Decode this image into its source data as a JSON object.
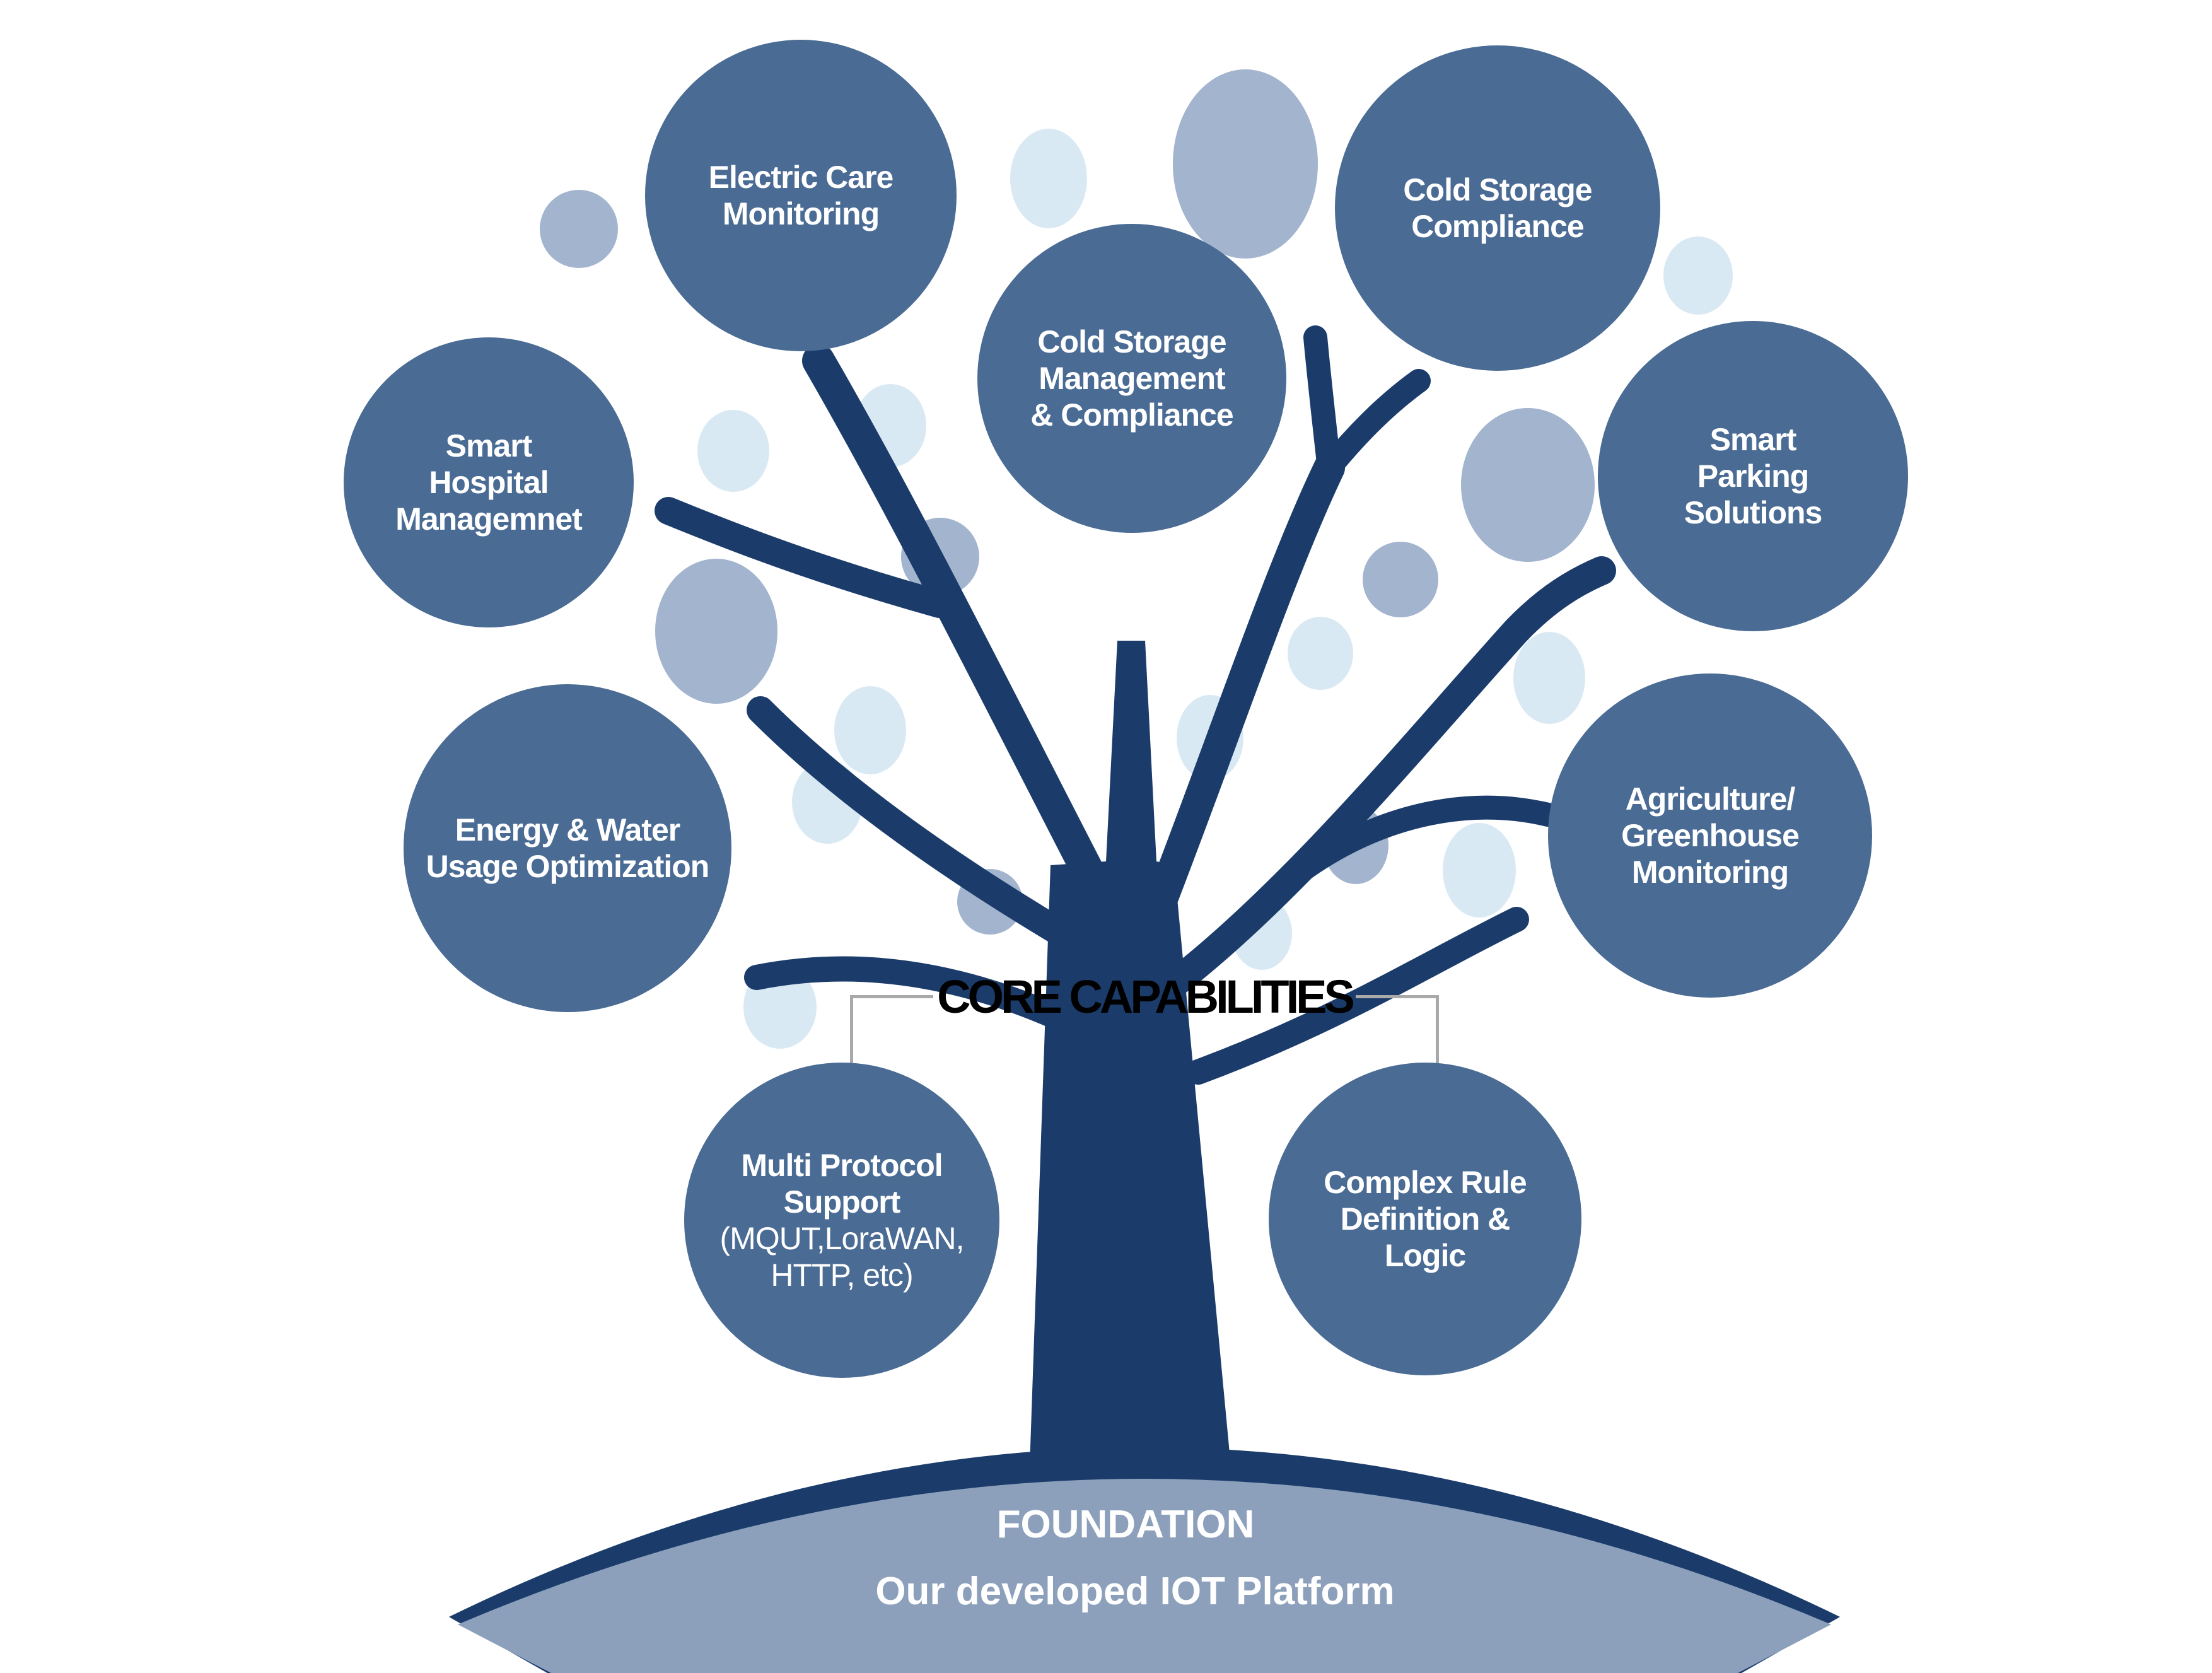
{
  "title": "CORE CAPABILITIES",
  "foundation": {
    "label": "FOUNDATION",
    "sublabel": "Our developed IOT Platform"
  },
  "use_case_circles": {
    "electric_care": {
      "label": "Electric Care\nMonitoring"
    },
    "cold_storage_mgmt": {
      "label": "Cold Storage\nManagement\n& Compliance"
    },
    "cold_storage_compliance": {
      "label": "Cold Storage\nCompliance"
    },
    "smart_hospital": {
      "label": "Smart\nHospital\nManagemnet"
    },
    "smart_parking": {
      "label": "Smart\nParking\nSolutions"
    },
    "energy_water": {
      "label": "Energy & Water\nUsage Optimization"
    },
    "agriculture": {
      "label": "Agriculture/\nGreenhouse\nMonitoring"
    }
  },
  "capability_circles": {
    "multi_protocol": {
      "label": "Multi Protocol\nSupport",
      "sublabel": "(MQUT,LoraWAN,\nHTTP, etc)"
    },
    "complex_rule": {
      "label": "Complex Rule\nDefinition &\nLogic"
    }
  },
  "colors": {
    "circle_fill": "#4A6B94",
    "trunk_navy": "#1B3C6B",
    "bubble_light": "#D9E9F3",
    "bubble_medium": "#A3B4CE",
    "mound_light": "#8CA0BC",
    "bracket_gray": "#A9A9A9",
    "title_black": "#000000",
    "text_white": "#FFFFFF"
  }
}
